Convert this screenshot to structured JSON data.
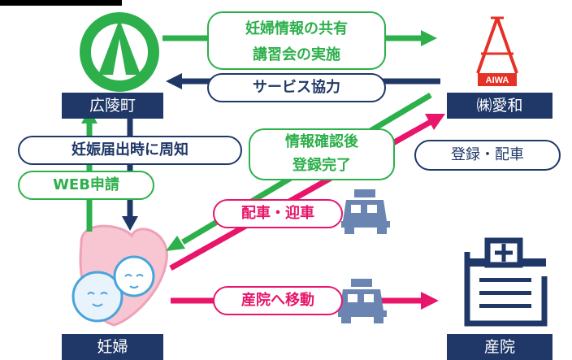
{
  "nodes": {
    "town": "広陵町",
    "company": "㈱愛和",
    "pregnant": "妊婦",
    "hospital": "産院"
  },
  "logo_text": "AIWA",
  "labels": {
    "info_share": "妊婦情報の共有",
    "seminar": "講習会の実施",
    "service": "サービス協力",
    "notify": "妊娠届出時に周知",
    "web": "WEB申請",
    "confirm_1": "情報確認後",
    "confirm_2": "登録完了",
    "register": "登録・配車",
    "dispatch": "配車・迎車",
    "move": "産院へ移動"
  },
  "colors": {
    "navy": "#1f3868",
    "green": "#2db04b",
    "pink": "#e8156a",
    "logo_red": "#e53227"
  }
}
